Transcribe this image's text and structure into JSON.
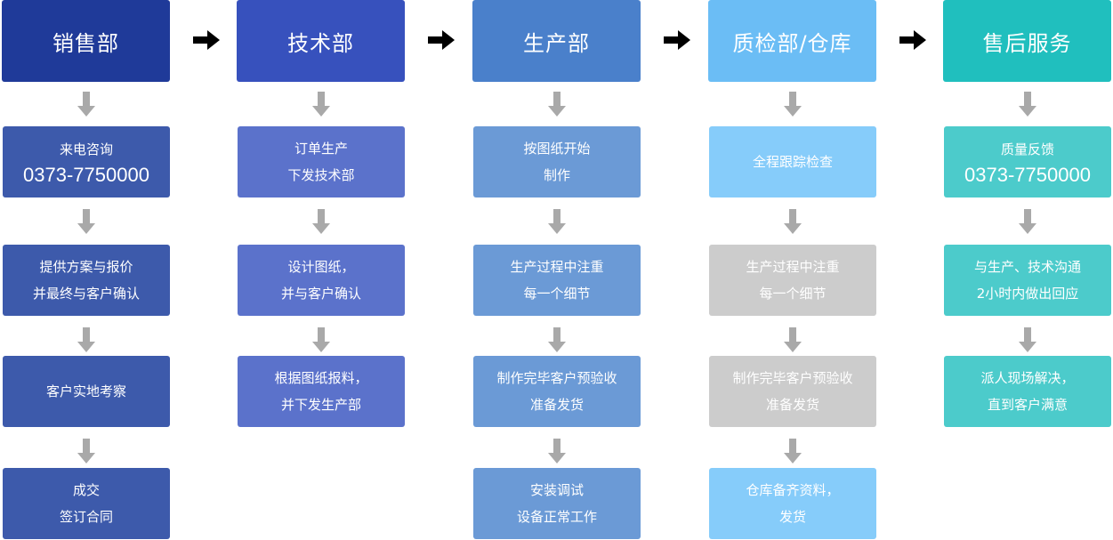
{
  "columns": [
    {
      "header": "销售部",
      "header_color": "#1f3a99",
      "step_color": "#3d5aab",
      "steps": [
        {
          "lines": [
            "来电咨询",
            "0373-7750000"
          ]
        },
        {
          "lines": [
            "提供方案与报价",
            "并最终与客户确认"
          ]
        },
        {
          "lines": [
            "客户实地考察"
          ]
        },
        {
          "lines": [
            "成交",
            "签订合同"
          ]
        }
      ]
    },
    {
      "header": "技术部",
      "header_color": "#3751bd",
      "step_color": "#5b72cb",
      "steps": [
        {
          "lines": [
            "订单生产",
            "下发技术部"
          ]
        },
        {
          "lines": [
            "设计图纸，",
            "并与客户确认"
          ]
        },
        {
          "lines": [
            "根据图纸报料，",
            "并下发生产部"
          ]
        }
      ]
    },
    {
      "header": "生产部",
      "header_color": "#4a80cb",
      "step_color": "#6b9ad6",
      "steps": [
        {
          "lines": [
            "按图纸开始",
            "制作"
          ]
        },
        {
          "lines": [
            "生产过程中注重",
            "每一个细节"
          ]
        },
        {
          "lines": [
            "制作完毕客户预验收",
            "准备发货"
          ]
        },
        {
          "lines": [
            "安装调试",
            "设备正常工作"
          ]
        }
      ]
    },
    {
      "header": "质检部/仓库",
      "header_color": "#6bbdf5",
      "step_color": "#86ccfa",
      "gray_color": "#cccccc",
      "steps": [
        {
          "lines": [
            "全程跟踪检查"
          ]
        },
        {
          "lines": [
            "生产过程中注重",
            "每一个细节"
          ],
          "gray": true
        },
        {
          "lines": [
            "制作完毕客户预验收",
            "准备发货"
          ],
          "gray": true
        },
        {
          "lines": [
            "仓库备齐资料，",
            "发货"
          ]
        }
      ]
    },
    {
      "header": "售后服务",
      "header_color": "#20bfbe",
      "step_color": "#4ccbcb",
      "steps": [
        {
          "lines": [
            "质量反馈",
            "0373-7750000"
          ]
        },
        {
          "lines": [
            "与生产、技术沟通",
            "2小时内做出回应"
          ]
        },
        {
          "lines": [
            "派人现场解决，",
            "直到客户满意"
          ]
        }
      ]
    }
  ],
  "icons": {
    "down_arrow": "down-arrow-icon",
    "right_arrow": "right-arrow-icon"
  },
  "colors": {
    "down_arrow": "#a9a9a9",
    "right_arrow": "#000000"
  }
}
